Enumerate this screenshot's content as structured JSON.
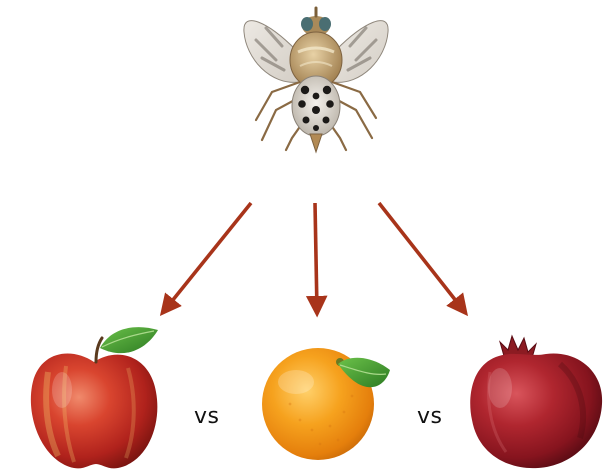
{
  "comparison": {
    "subject": "fly",
    "options": [
      "apple",
      "orange",
      "pomegranate"
    ],
    "separators": [
      "vs",
      "vs"
    ]
  },
  "colors": {
    "arrow": "#a8341a",
    "apple": "#c42a22",
    "orange": "#f39a1c",
    "pomegranate": "#a3202a",
    "leaf": "#3f9a2e"
  },
  "icons": {
    "subject": "fly-icon",
    "targets": [
      "apple-icon",
      "orange-icon",
      "pomegranate-icon"
    ]
  }
}
